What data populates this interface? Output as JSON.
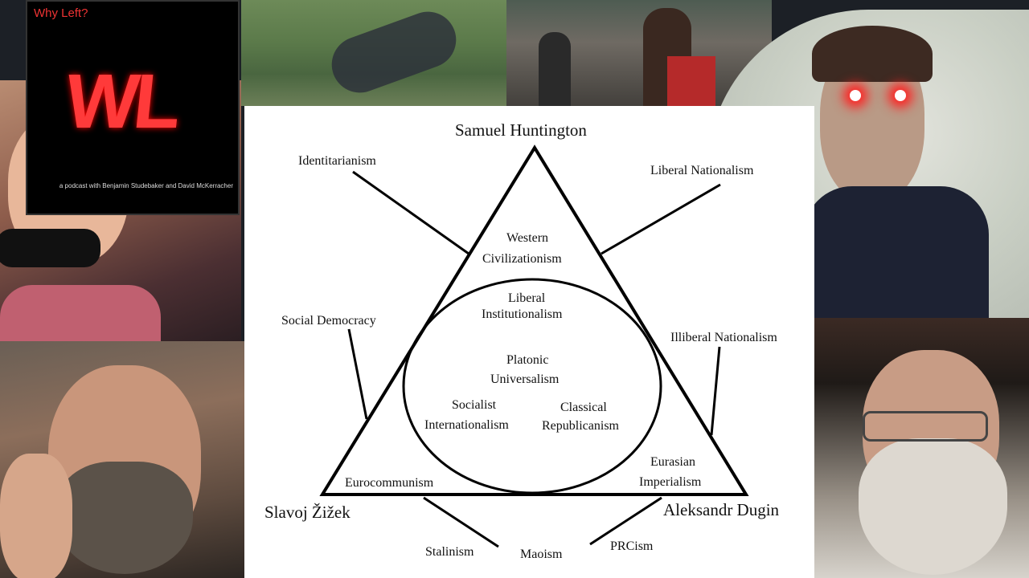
{
  "podcast": {
    "title": "Why Left?",
    "logo_text": "WL",
    "credit": "a podcast with Benjamin Studebaker and David McKerracher"
  },
  "diagram": {
    "vertices": {
      "top": "Samuel Huntington",
      "left": "Slavoj Žižek",
      "right": "Aleksandr Dugin"
    },
    "outer": {
      "identitarianism": "Identitarianism",
      "liberal_nationalism": "Liberal Nationalism",
      "social_democracy": "Social Democracy",
      "illiberal_nationalism": "Illiberal Nationalism",
      "stalinism": "Stalinism",
      "maoism": "Maoism",
      "prcism": "PRCism"
    },
    "inner": {
      "western_1": "Western",
      "western_2": "Civilizationism",
      "eurocommunism": "Eurocommunism",
      "eurasian_1": "Eurasian",
      "eurasian_2": "Imperialism"
    },
    "circle": {
      "liberal_1": "Liberal",
      "liberal_2": "Institutionalism",
      "platonic_1": "Platonic",
      "platonic_2": "Universalism",
      "socialist_1": "Socialist",
      "socialist_2": "Internationalism",
      "classical_1": "Classical",
      "classical_2": "Republicanism"
    }
  }
}
